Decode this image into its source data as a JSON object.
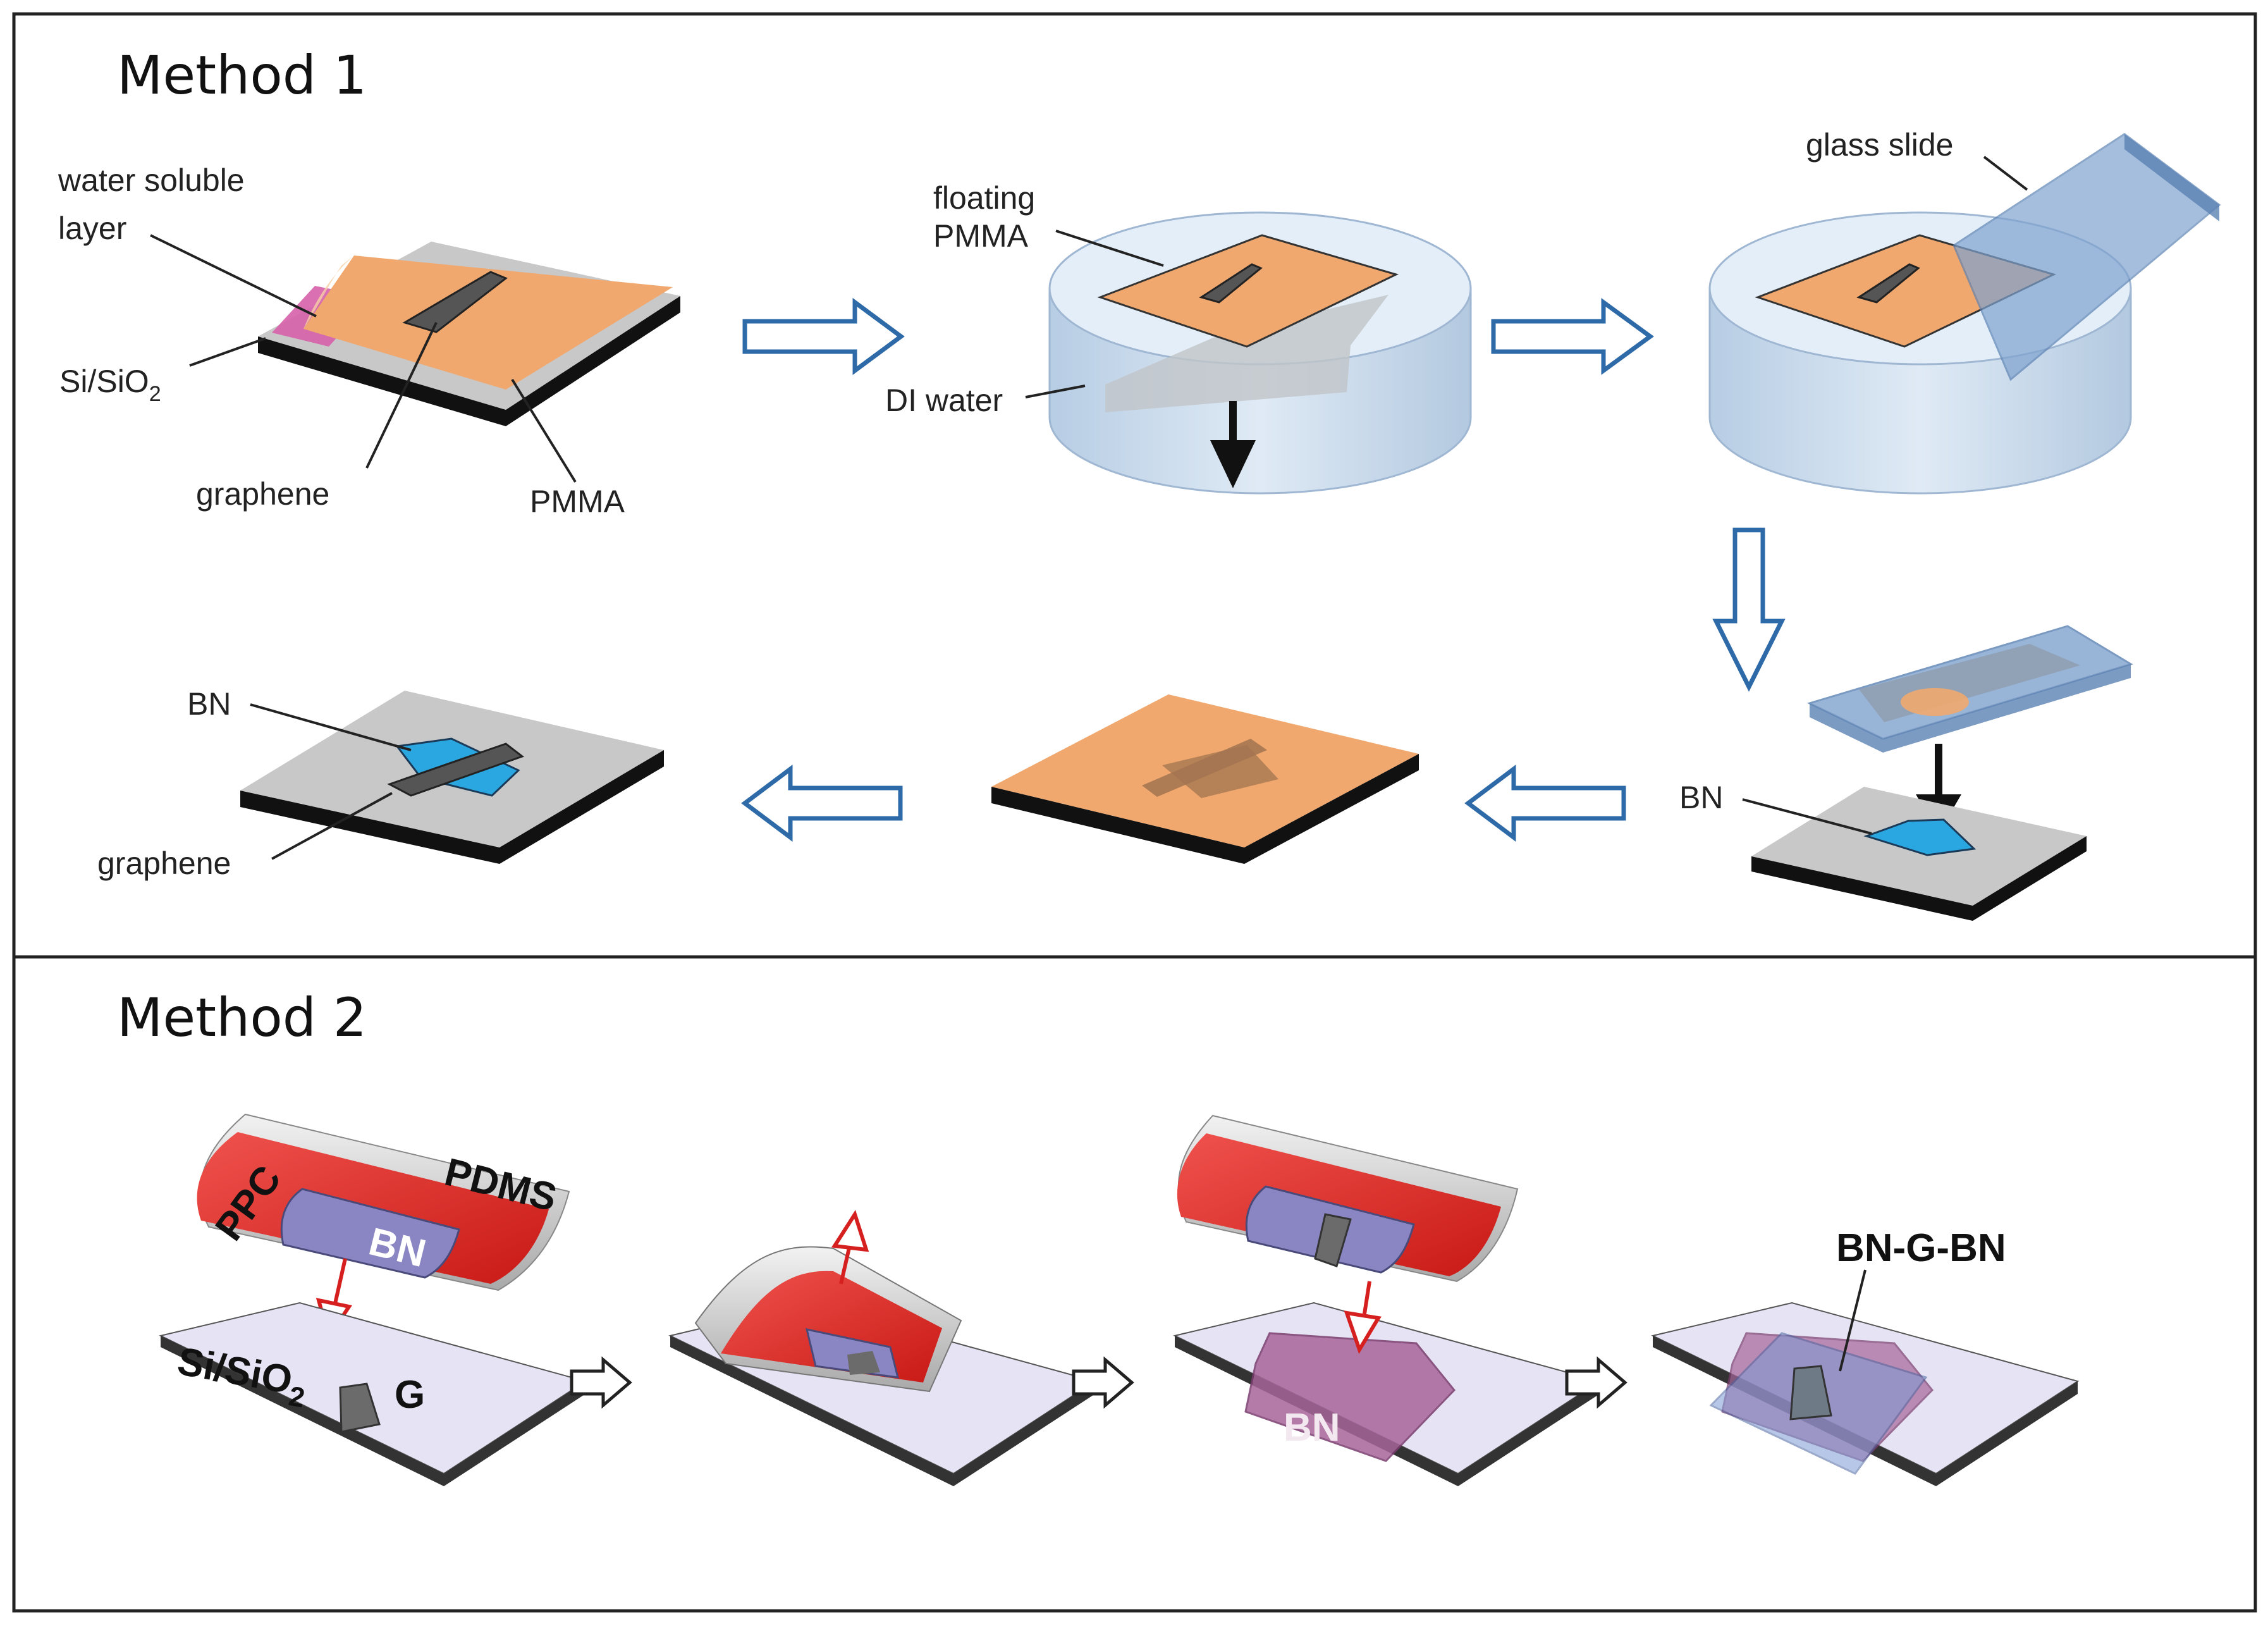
{
  "method1": {
    "title": "Method 1",
    "labels": {
      "water_soluble_1": "water soluble",
      "water_soluble_2": "layer",
      "si_sio2_base": "Si/SiO",
      "si_sio2_sub": "2",
      "graphene_1": "graphene",
      "pmma": "PMMA",
      "floating_1": "floating",
      "floating_2": "PMMA",
      "di_water": "DI water",
      "glass_slide": "glass slide",
      "bn_step4": "BN",
      "bn_final": "BN",
      "graphene_final": "graphene"
    }
  },
  "method2": {
    "title": "Method 2",
    "labels": {
      "pdms": "PDMS",
      "ppc": "PPC",
      "bn_stamp": "BN",
      "si_sio2_base": "Si/SiO",
      "si_sio2_sub": "2",
      "g": "G",
      "bn_step3": "BN",
      "bn_g_bn": "BN-G-BN"
    }
  },
  "colors": {
    "frame": "#222222",
    "flow_arrow": "#2e6aa8",
    "pmma_orange": "#f0a86e",
    "substrate_gray": "#c8c8c8",
    "water_blue": "#cfe0ef",
    "bn_blue": "#2aa7e0",
    "ppc_red": "#e8322e",
    "stamp_bn_purple": "#8a86c4",
    "wafer_lilac": "#e6e3f4",
    "red_arrow": "#d6201f"
  }
}
